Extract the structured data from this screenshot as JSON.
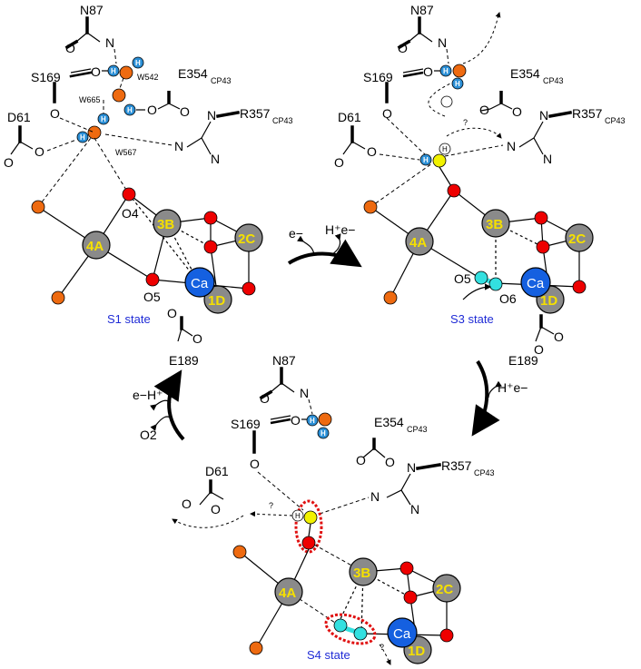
{
  "states": {
    "s1": "S1 state",
    "s3": "S3 state",
    "s4": "S4 state"
  },
  "residues": {
    "n87": "N87",
    "s169": "S169",
    "d61": "D61",
    "e354": "E354",
    "e354_sub": "CP43",
    "r357": "R357",
    "r357_sub": "CP43",
    "e189": "E189"
  },
  "waters": {
    "w542": "W542",
    "w665": "W665",
    "w567": "W567"
  },
  "atoms": {
    "mn_4a": "4A",
    "mn_3b": "3B",
    "mn_2c": "2C",
    "mn_1d": "1D",
    "ca": "Ca",
    "o4": "O4",
    "o5": "O5",
    "o6": "O6",
    "o": "O",
    "n": "N",
    "h": "H",
    "question": "?"
  },
  "transitions": {
    "e_minus": "e−",
    "h_e": "H⁺e−",
    "e_h": "e−H⁺",
    "o2": "O2"
  },
  "colors": {
    "manganese": "#8a8a8a",
    "oxygen": "#ee0000",
    "water_oxygen": "#ee6a10",
    "hydrogen": "#2b8fd6",
    "calcium": "#1560e0",
    "oxo_bridge": "#33e0e0",
    "oxyl": "#f2f200",
    "state_label": "#1f2bd6",
    "highlight": "#e01010"
  }
}
